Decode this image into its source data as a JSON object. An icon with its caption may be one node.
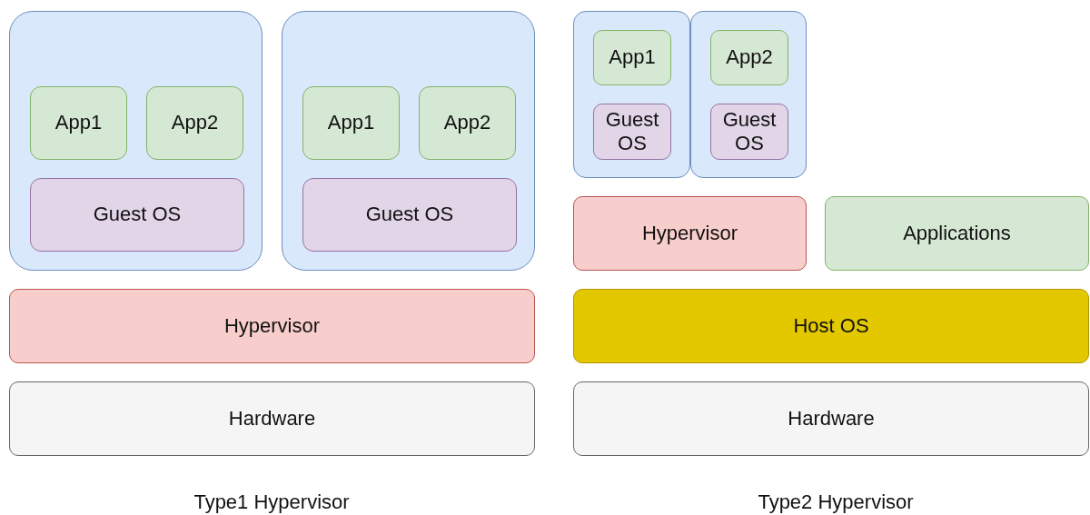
{
  "diagram": {
    "nodes": [
      {
        "text": [],
        "shape": "box"
      },
      {
        "text": [
          "App1"
        ],
        "in": 0
      },
      {
        "text": [
          "App2"
        ],
        "in": 0
      },
      {
        "text": [
          "Guest OS"
        ],
        "in": 0
      },
      {
        "text": [],
        "shape": "box"
      },
      {
        "text": [
          "App1"
        ],
        "in": 4
      },
      {
        "text": [
          "App2"
        ],
        "in": 4
      },
      {
        "text": [
          "Guest OS"
        ],
        "in": 4
      },
      {
        "text": [],
        "shape": "box"
      },
      {
        "text": [
          "App1"
        ],
        "in": 8
      },
      {
        "text": [
          "Guest OS"
        ],
        "in": 8
      },
      {
        "text": [],
        "shape": "box"
      },
      {
        "text": [
          "App2"
        ],
        "in": 11
      },
      {
        "text": [
          "Guest OS"
        ],
        "in": 11
      },
      {
        "text": [
          "Hypervisor"
        ]
      },
      {
        "text": [
          "Applications"
        ]
      },
      {
        "text": [
          "Hypervisor"
        ]
      },
      {
        "text": [
          "Host OS"
        ]
      },
      {
        "text": [
          "Hardware"
        ]
      },
      {
        "text": [
          "Hardware"
        ]
      }
    ],
    "labels": [
      "Type1 Hypervisor",
      "Type2 Hypervisor"
    ]
  }
}
